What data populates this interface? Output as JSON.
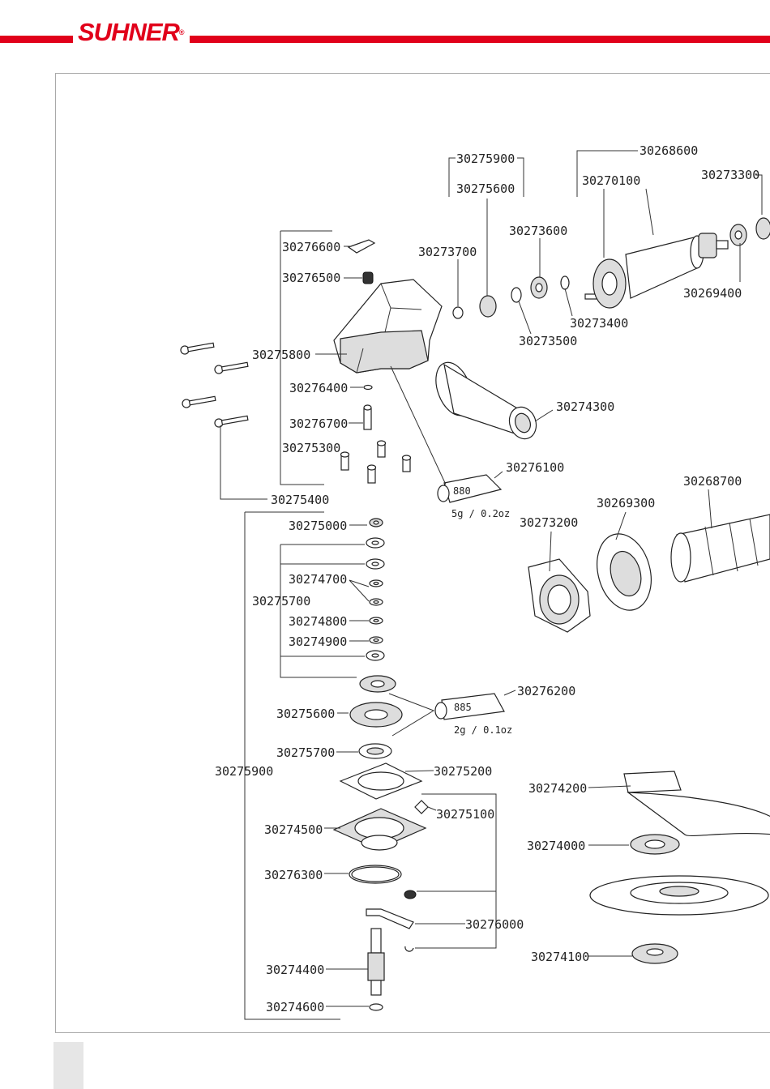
{
  "brand": {
    "logo_text": "SUHNER",
    "registered_mark": "®",
    "accent_color": "#e1001a"
  },
  "parts": [
    {
      "id": "p01",
      "number": "30275900"
    },
    {
      "id": "p02",
      "number": "30275600"
    },
    {
      "id": "p03",
      "number": "30268600"
    },
    {
      "id": "p04",
      "number": "30270100"
    },
    {
      "id": "p05",
      "number": "30273300"
    },
    {
      "id": "p06",
      "number": "30273600"
    },
    {
      "id": "p07",
      "number": "30273700"
    },
    {
      "id": "p08",
      "number": "30276600"
    },
    {
      "id": "p09",
      "number": "30276500"
    },
    {
      "id": "p10",
      "number": "30269400"
    },
    {
      "id": "p11",
      "number": "30273400"
    },
    {
      "id": "p12",
      "number": "30273500"
    },
    {
      "id": "p13",
      "number": "30275800"
    },
    {
      "id": "p14",
      "number": "30276400"
    },
    {
      "id": "p15",
      "number": "30274300"
    },
    {
      "id": "p16",
      "number": "30276700"
    },
    {
      "id": "p17",
      "number": "30275300"
    },
    {
      "id": "p18",
      "number": "30276100"
    },
    {
      "id": "p19",
      "number": "30268700"
    },
    {
      "id": "p20",
      "number": "30275400"
    },
    {
      "id": "p21",
      "number": "30269300"
    },
    {
      "id": "p22",
      "number": "30273200"
    },
    {
      "id": "p23",
      "number": "30275000"
    },
    {
      "id": "p24",
      "number": "30274700"
    },
    {
      "id": "p25",
      "number": "30275700"
    },
    {
      "id": "p26",
      "number": "30274800"
    },
    {
      "id": "p27",
      "number": "30274900"
    },
    {
      "id": "p28",
      "number": "30276200"
    },
    {
      "id": "p29",
      "number": "30275600"
    },
    {
      "id": "p30",
      "number": "30275700"
    },
    {
      "id": "p31",
      "number": "30275900"
    },
    {
      "id": "p32",
      "number": "30275200"
    },
    {
      "id": "p33",
      "number": "30274200"
    },
    {
      "id": "p34",
      "number": "30275100"
    },
    {
      "id": "p35",
      "number": "30274500"
    },
    {
      "id": "p36",
      "number": "30274000"
    },
    {
      "id": "p37",
      "number": "30276300"
    },
    {
      "id": "p38",
      "number": "30276000"
    },
    {
      "id": "p39",
      "number": "30274400"
    },
    {
      "id": "p40",
      "number": "30274100"
    },
    {
      "id": "p41",
      "number": "30274600"
    }
  ],
  "grease": [
    {
      "id": "g1",
      "code": "880",
      "amount": "5g / 0.2oz"
    },
    {
      "id": "g2",
      "code": "885",
      "amount": "2g / 0.1oz"
    }
  ]
}
